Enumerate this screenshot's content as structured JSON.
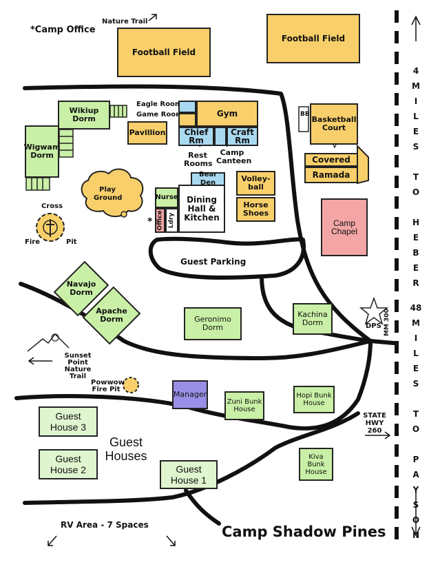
{
  "title": "Camp Shadow Pines",
  "labels": {
    "camp_office": "*Camp Office",
    "nature_trail": "Nature Trail",
    "eagle_room": "Eagle Room",
    "game_room": "Game Room",
    "rest_rooms": "Rest Rooms",
    "camp_canteen": "Camp Canteen",
    "bbq": "BBQ",
    "play_ground": "Play Ground",
    "cross": "Cross",
    "fire": "Fire",
    "pit": "Pit",
    "guest_parking": "Guest Parking",
    "sunset_point": "Sunset Point Nature Trail",
    "powwow": "Powwow Fire Pit",
    "guest_houses": "Guest Houses",
    "rv_area": "RV Area - 7 Spaces",
    "state_hwy": "STATE HWY 260",
    "dps": "DPS",
    "mm300": "MM 300",
    "star_office": "*"
  },
  "highway": {
    "top_number": "4",
    "top_words": [
      "M",
      "I",
      "L",
      "E",
      "S",
      "",
      "T",
      "O",
      "",
      "H",
      "E",
      "B",
      "E",
      "R"
    ],
    "bottom_number": "48",
    "bottom_words": [
      "M",
      "I",
      "L",
      "E",
      "S",
      "",
      "T",
      "O",
      "",
      "P",
      "A",
      "Y",
      "S",
      "O",
      "N"
    ]
  },
  "buildings": {
    "football1": "Football Field",
    "football2": "Football Field",
    "wikiup": "Wikiup Dorm",
    "wigwam": "Wigwam Dorm",
    "pavillion": "Pavillion",
    "gym": "Gym",
    "chief": "Chief Rm",
    "craft": "Craft Rm",
    "basketball": "Basketball Court",
    "covered": "Covered",
    "ramada": "Ramada",
    "bear_den": "Bear Den",
    "nurse": "Nurse",
    "office": "Office",
    "ldry": "Ldry",
    "dining": "Dining Hall & Kitchen",
    "volleyball": "Volley-ball",
    "horseshoes": "Horse Shoes",
    "chapel": "Camp Chapel",
    "navajo": "Navajo Dorm",
    "apache": "Apache Dorm",
    "geronimo": "Geronimo Dorm",
    "kachina": "Kachina Dorm",
    "manager": "Manager",
    "zuni": "Zuni Bunk House",
    "hopi": "Hopi Bunk House",
    "kiva": "Kiva Bunk House",
    "guest3": "Guest House 3",
    "guest2": "Guest House 2",
    "guest1": "Guest House 1"
  },
  "colors": {
    "yellow": "#f8cf6a",
    "green": "#c9f0a6",
    "blue": "#a9d9f0",
    "pink": "#f4a6a6",
    "purple": "#9a8fe6"
  }
}
